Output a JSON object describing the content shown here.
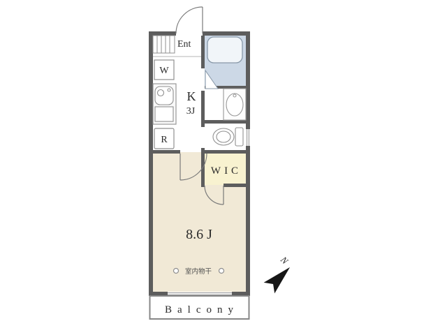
{
  "floorplan": {
    "labels": {
      "entrance": "Ent",
      "washer": "W",
      "kitchen": "K",
      "kitchen_size": "3J",
      "refrigerator": "R",
      "wic": "WIC",
      "main_room": "8.6 J",
      "indoor_laundry": "室内物干",
      "balcony": "Balcony",
      "compass_north": "N"
    },
    "colors": {
      "wall": "#5d5d5d",
      "main_room_floor": "#f1e9d6",
      "wic_floor": "#f8f2d0",
      "bath_floor": "#ccd8e6",
      "fixture_line": "#8f8f8f",
      "background": "#ffffff"
    }
  }
}
